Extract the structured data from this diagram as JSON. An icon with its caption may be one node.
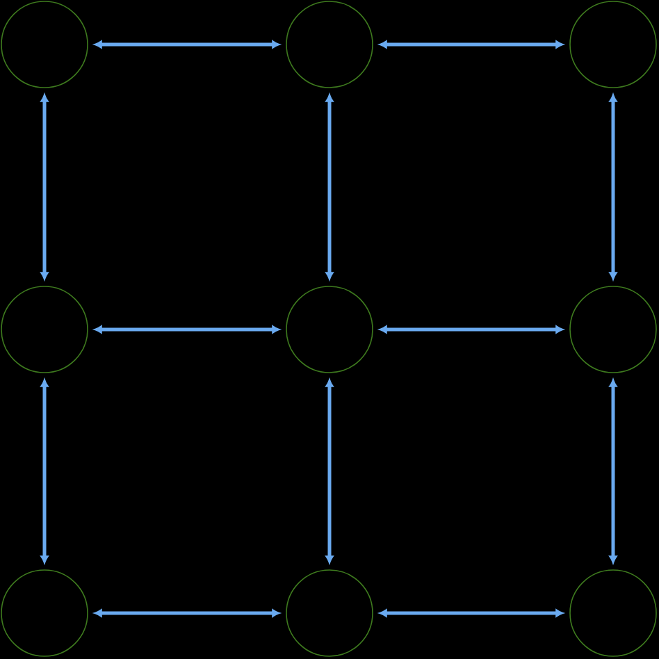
{
  "diagram": {
    "nodes": [
      {
        "text": [],
        "shape": "circle"
      },
      {
        "text": [],
        "shape": "circle"
      },
      {
        "text": [],
        "shape": "circle"
      },
      {
        "text": [],
        "shape": "circle"
      },
      {
        "text": [],
        "shape": "circle"
      },
      {
        "text": [],
        "shape": "circle"
      },
      {
        "text": [],
        "shape": "circle"
      },
      {
        "text": [],
        "shape": "circle"
      },
      {
        "text": [],
        "shape": "circle"
      }
    ],
    "edges": [
      {
        "from": 0,
        "to": 1,
        "arrow": "both"
      },
      {
        "from": 1,
        "to": 2,
        "arrow": "both"
      },
      {
        "from": 0,
        "to": 3,
        "arrow": "both"
      },
      {
        "from": 1,
        "to": 4,
        "arrow": "both"
      },
      {
        "from": 2,
        "to": 5,
        "arrow": "both"
      },
      {
        "from": 3,
        "to": 4,
        "arrow": "both"
      },
      {
        "from": 4,
        "to": 5,
        "arrow": "both"
      },
      {
        "from": 3,
        "to": 6,
        "arrow": "both"
      },
      {
        "from": 4,
        "to": 7,
        "arrow": "both"
      },
      {
        "from": 5,
        "to": 8,
        "arrow": "both"
      },
      {
        "from": 6,
        "to": 7,
        "arrow": "both"
      },
      {
        "from": 7,
        "to": 8,
        "arrow": "both"
      }
    ]
  }
}
